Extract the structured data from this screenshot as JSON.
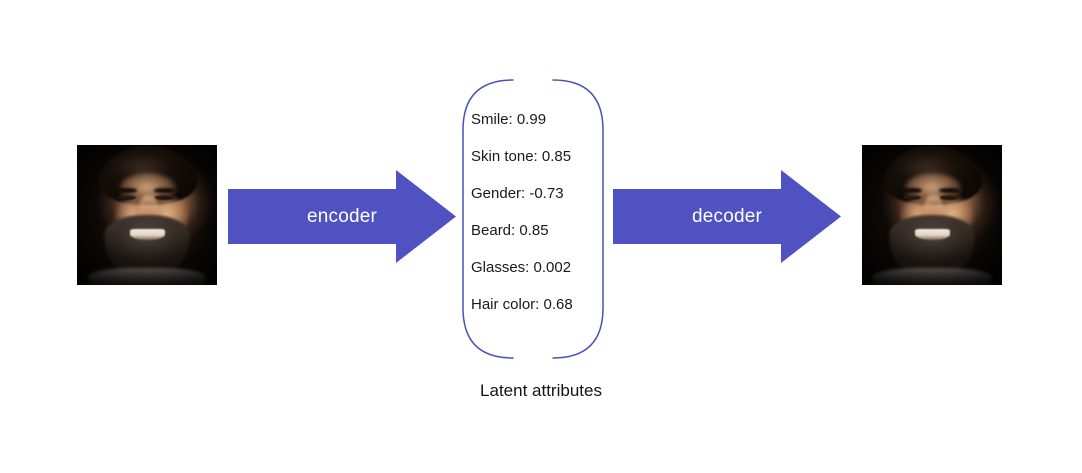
{
  "diagram": {
    "title": "Autoencoder face representation diagram",
    "background_color": "#ffffff",
    "arrow_color": "#4F52C0",
    "bracket_color": "#4A52B8",
    "text_color": "#1a1a1a"
  },
  "input_image": {
    "alt": "Photograph of a smiling bearded man on a black background",
    "label": ""
  },
  "output_image": {
    "alt": "Reconstructed photograph of a smiling bearded man on a black background",
    "label": ""
  },
  "encoder_arrow": {
    "label": "encoder",
    "icon": "right-block-arrow-icon"
  },
  "decoder_arrow": {
    "label": "decoder",
    "icon": "right-block-arrow-icon"
  },
  "latent": {
    "caption": "Latent attributes",
    "attributes": [
      {
        "name": "Smile",
        "value": "0.99",
        "text": "Smile: 0.99"
      },
      {
        "name": "Skin tone",
        "value": "0.85",
        "text": "Skin tone: 0.85"
      },
      {
        "name": "Gender",
        "value": "-0.73",
        "text": "Gender: -0.73"
      },
      {
        "name": "Beard",
        "value": "0.85",
        "text": "Beard: 0.85"
      },
      {
        "name": "Glasses",
        "value": "0.002",
        "text": "Glasses: 0.002"
      },
      {
        "name": "Hair color",
        "value": "0.68",
        "text": "Hair color: 0.68"
      }
    ]
  }
}
